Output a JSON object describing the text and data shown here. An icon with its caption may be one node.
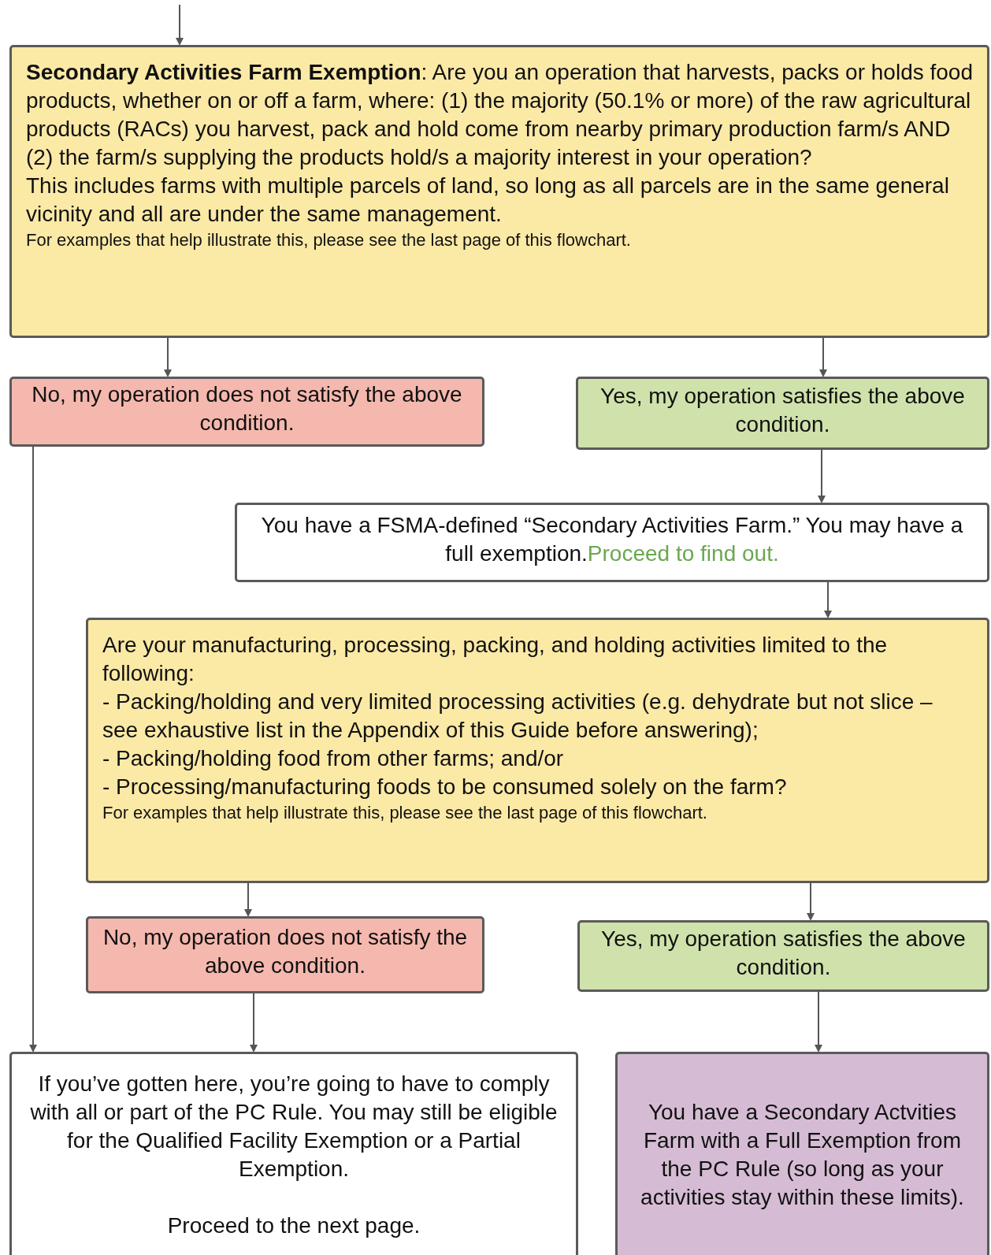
{
  "diagram": {
    "nodes": [
      {
        "text": [
          "**Secondary Activities Farm Exemption**: Are you an operation that harvests, packs or holds food products, whether on or off a farm, where: (1) the majority (50.1% or more) of the raw agricultural products (RACs) you harvest, pack and hold come from nearby primary production farm/s AND (2) the farm/s supplying the products hold/s a majority interest in your operation?",
          "This includes farms with multiple parcels of land, so long as all parcels are in the same general vicinity and all are under the same management.",
          "For examples that help illustrate this, please see the last page of this flowchart."
        ]
      },
      {
        "text": [
          "No, my operation does not satisfy the above condition."
        ]
      },
      {
        "text": [
          "Yes, my operation satisfies the above condition."
        ]
      },
      {
        "text": [
          "You have a FSMA-defined “Secondary Activities Farm.” You may have a full exemption.",
          "Proceed to find out."
        ]
      },
      {
        "text": [
          "Are your manufacturing, processing, packing, and holding activities limited to the following:",
          "- Packing/holding and very limited processing activities (e.g. dehydrate but not slice – see exhaustive list in the Appendix of this Guide before answering);",
          "- Packing/holding food from other farms; and/or",
          "- Processing/manufacturing foods to be consumed solely on the farm?",
          "For examples that help illustrate this, please see the last page of this flowchart."
        ]
      },
      {
        "text": [
          "No, my operation does not satisfy the above condition."
        ]
      },
      {
        "text": [
          "Yes, my operation satisfies the above condition."
        ]
      },
      {
        "text": [
          "If you’ve gotten here, you’re going to have to comply with all or part of the PC Rule. You may still be eligible for the Qualified Facility Exemption or a Partial Exemption.",
          "Proceed to the next page."
        ]
      },
      {
        "text": [
          "You have a Secondary Actvities Farm with a Full Exemption from the PC Rule (so long as your activities stay within these limits)."
        ]
      }
    ],
    "edges": [
      {
        "from": null,
        "to": 0,
        "arrow": "to"
      },
      {
        "from": 0,
        "to": 1,
        "arrow": "to"
      },
      {
        "from": 0,
        "to": 2,
        "arrow": "to"
      },
      {
        "from": 2,
        "to": 3,
        "arrow": "to"
      },
      {
        "from": 3,
        "to": 4,
        "arrow": "to"
      },
      {
        "from": 4,
        "to": 5,
        "arrow": "to"
      },
      {
        "from": 4,
        "to": 6,
        "arrow": "to"
      },
      {
        "from": 1,
        "to": 7,
        "arrow": "to"
      },
      {
        "from": 5,
        "to": 7,
        "arrow": "to"
      },
      {
        "from": 6,
        "to": 8,
        "arrow": "to"
      }
    ]
  }
}
